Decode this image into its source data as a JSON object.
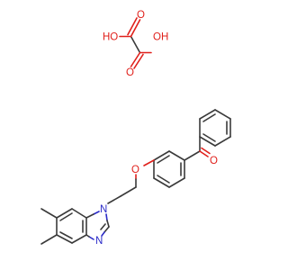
{
  "labels": {
    "oxalic_oh_left": "HO",
    "oxalic_oh_right": "OH",
    "oxalic_o_top": "O",
    "oxalic_o_bottom": "O",
    "ketone_o": "O",
    "ether_o": "O",
    "n1": "N",
    "n3": "N"
  },
  "colors": {
    "bond": "#3a3a3a",
    "oxygen": "#e0201b",
    "nitrogen": "#2a2ac8",
    "background": "#ffffff"
  }
}
